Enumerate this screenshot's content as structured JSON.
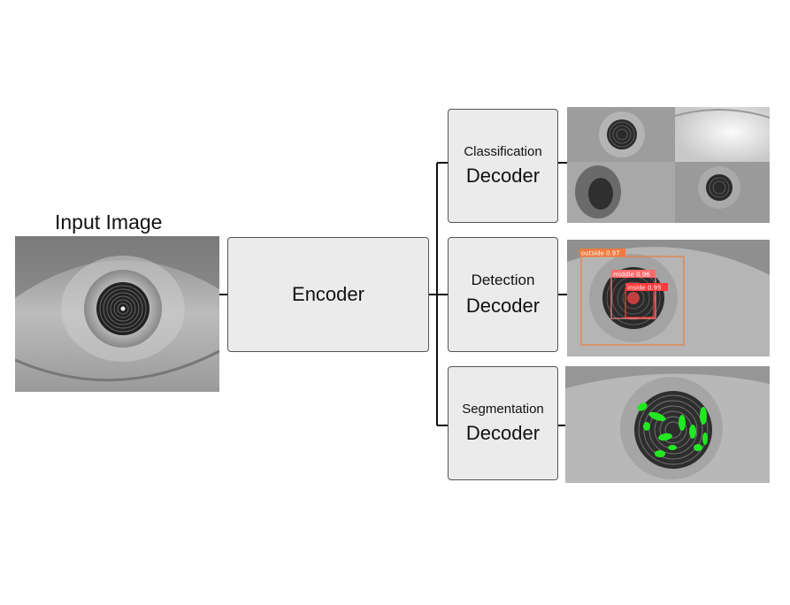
{
  "input": {
    "title": "Input Image"
  },
  "encoder": {
    "label": "Encoder"
  },
  "decoders": [
    {
      "task": "Classification",
      "label": "Decoder"
    },
    {
      "task": "Detection",
      "label": "Decoder"
    },
    {
      "task": "Segmentation",
      "label": "Decoder"
    }
  ],
  "detections": [
    {
      "label": "outside",
      "score": "0.97",
      "color": "#f07b3f"
    },
    {
      "label": "middle",
      "score": "0.96",
      "color": "#ff6b6b"
    },
    {
      "label": "inside",
      "score": "0.95",
      "color": "#ff3b3b"
    }
  ],
  "colors": {
    "box_fill": "#ebebeb",
    "box_border": "#555555",
    "segment_green": "#22e822",
    "line": "#111111"
  }
}
